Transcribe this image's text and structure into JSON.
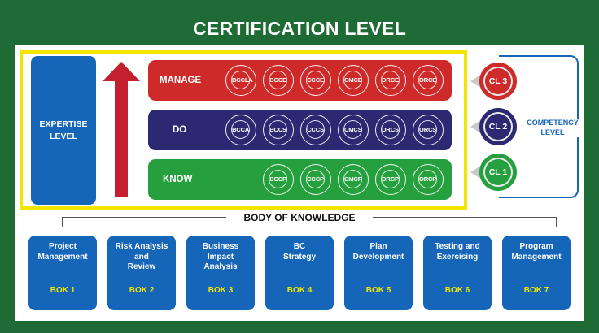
{
  "title": "CERTIFICATION LEVEL",
  "expertise_label": "EXPERTISE\nLEVEL",
  "colors": {
    "manage": "#cf2a2a",
    "do": "#2c2872",
    "know": "#26a03f",
    "blue": "#1565b8",
    "yellow": "#f2e600",
    "arrow": "#c41f2f"
  },
  "levels": [
    {
      "label": "MANAGE",
      "badges": [
        "BCCLA",
        "BCCE",
        "CCCE",
        "CMCE",
        "DRCE",
        "ORCE"
      ]
    },
    {
      "label": "DO",
      "badges": [
        "BCCA",
        "BCCS",
        "CCCS",
        "CMCS",
        "DRCS",
        "ORCS"
      ]
    },
    {
      "label": "KNOW",
      "badges": [
        "BCCP",
        "CCCP",
        "CMCP",
        "DRCP",
        "ORCP"
      ]
    }
  ],
  "competency": {
    "label": "COMPETENCY\nLEVEL",
    "levels": [
      {
        "name": "CL 3",
        "color": "#cf2a2a"
      },
      {
        "name": "CL 2",
        "color": "#2c2872"
      },
      {
        "name": "CL 1",
        "color": "#26a03f"
      }
    ]
  },
  "bok_title": "BODY OF KNOWLEDGE",
  "boks": [
    {
      "name": "Project\nManagement",
      "code": "BOK 1"
    },
    {
      "name": "Risk Analysis\nand\nReview",
      "code": "BOK 2"
    },
    {
      "name": "Business\nImpact\nAnalysis",
      "code": "BOK 3"
    },
    {
      "name": "BC\nStrategy",
      "code": "BOK 4"
    },
    {
      "name": "Plan\nDevelopment",
      "code": "BOK 5"
    },
    {
      "name": "Testing and\nExercising",
      "code": "BOK 6"
    },
    {
      "name": "Program\nManagement",
      "code": "BOK 7"
    }
  ]
}
